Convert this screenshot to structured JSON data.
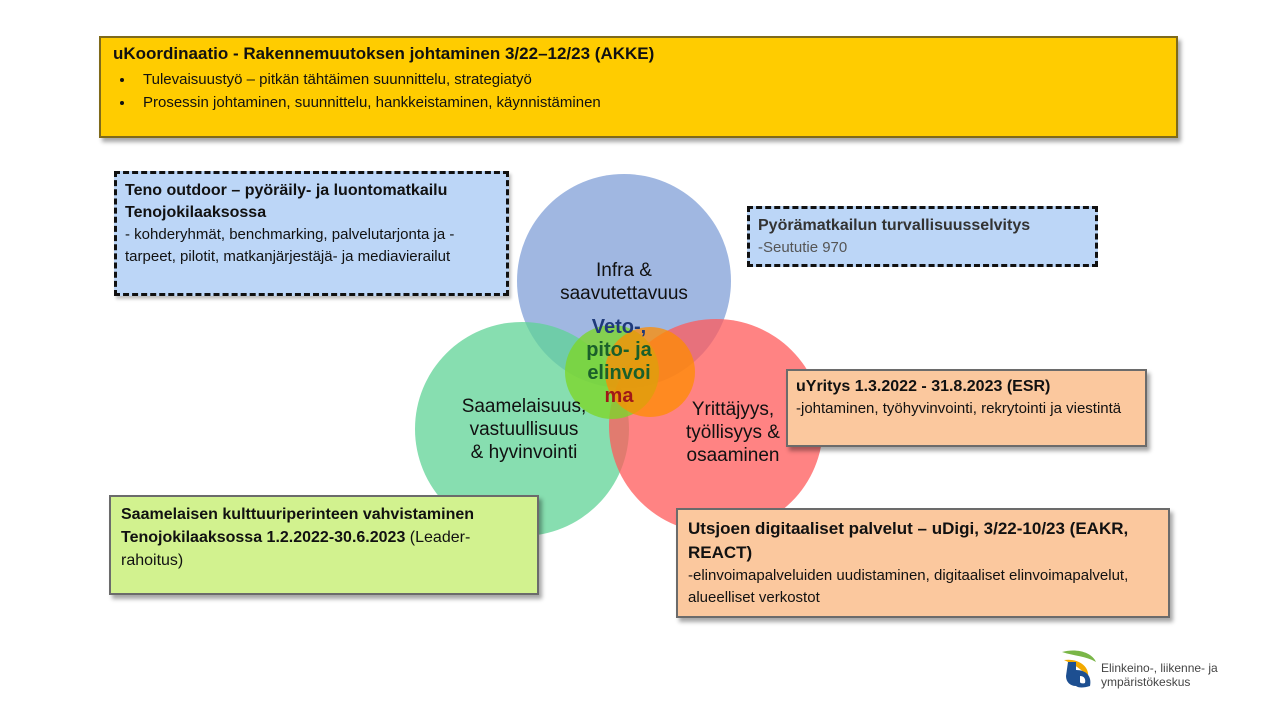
{
  "top": {
    "title": "uKoordinaatio - Rakennemuutoksen johtaminen 3/22–12/23 (AKKE)",
    "bullets": [
      "Tulevaisuustyö – pitkän tähtäimen suunnittelu, strategiatyö",
      "Prosessin johtaminen, suunnittelu, hankkeistaminen, käynnistäminen"
    ]
  },
  "teno": {
    "title": "Teno outdoor – pyöräily- ja luontomatkailu Tenojokilaaksossa",
    "text": "- kohderyhmät, benchmarking, palvelutarjonta ja -tarpeet, pilotit, matkanjärjestäjä- ja mediavierailut"
  },
  "pyora": {
    "title": "Pyörämatkailun turvallisuusselvitys",
    "text": "-Seututie 970"
  },
  "yritys": {
    "title": "uYritys 1.3.2022 - 31.8.2023 (ESR)",
    "text": "-johtaminen, työhyvinvointi, rekrytointi ja viestintä"
  },
  "udigi": {
    "title": "Utsjoen digitaaliset palvelut – uDigi, 3/22-10/23 (EAKR, REACT)",
    "text": "-elinvoimapalveluiden uudistaminen, digitaaliset elinvoimapalvelut, alueelliset verkostot"
  },
  "saame": {
    "title": "Saamelaisen kulttuuriperinteen vahvistaminen Tenojokilaaksossa 1.2.2022-30.6.2023",
    "text": "(Leader-rahoitus)"
  },
  "venn": {
    "top_l1": "Infra &",
    "top_l2": "saavutettavuus",
    "left_l1": "Saamelaisuus,",
    "left_l2": "vastuullisuus",
    "left_l3": "& hyvinvointi",
    "right_l1": "Yrittäjyys,",
    "right_l2": "työllisyys &",
    "right_l3": "osaaminen",
    "center_l1": "Veto-,",
    "center_l2": "pito- ja",
    "center_l3": "elinvoi",
    "center_l4": "ma"
  },
  "logo": {
    "line1": "Elinkeino-, liikenne- ja",
    "line2": "ympäristökeskus"
  },
  "colors": {
    "top": "#ffcc00",
    "blue": "#bcd6f7",
    "orange": "#fbc89e",
    "green_box": "#d2f28f",
    "circle_top": "#8faadc",
    "circle_left": "#6fd6a0",
    "circle_right": "#ff6b6b"
  }
}
